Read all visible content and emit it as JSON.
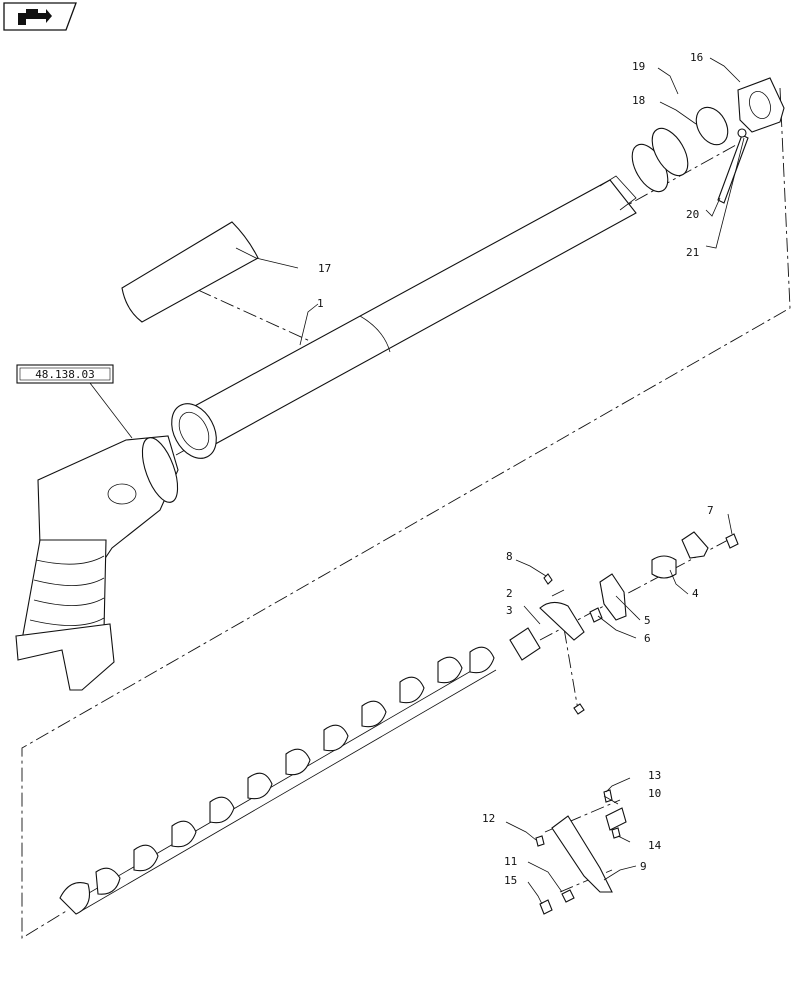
{
  "nav": {
    "icon": "page-navigation-arrow-icon"
  },
  "reference": {
    "label": "48.138.03"
  },
  "callouts": [
    {
      "id": "c1",
      "label": "1"
    },
    {
      "id": "c2",
      "label": "2"
    },
    {
      "id": "c3",
      "label": "3"
    },
    {
      "id": "c4",
      "label": "4"
    },
    {
      "id": "c5",
      "label": "5"
    },
    {
      "id": "c6",
      "label": "6"
    },
    {
      "id": "c7",
      "label": "7"
    },
    {
      "id": "c8",
      "label": "8"
    },
    {
      "id": "c9",
      "label": "9"
    },
    {
      "id": "c10",
      "label": "10"
    },
    {
      "id": "c11",
      "label": "11"
    },
    {
      "id": "c12",
      "label": "12"
    },
    {
      "id": "c13",
      "label": "13"
    },
    {
      "id": "c14",
      "label": "14"
    },
    {
      "id": "c15",
      "label": "15"
    },
    {
      "id": "c16",
      "label": "16"
    },
    {
      "id": "c17",
      "label": "17"
    },
    {
      "id": "c18",
      "label": "18"
    },
    {
      "id": "c19",
      "label": "19"
    },
    {
      "id": "c20",
      "label": "20"
    },
    {
      "id": "c21",
      "label": "21"
    }
  ]
}
